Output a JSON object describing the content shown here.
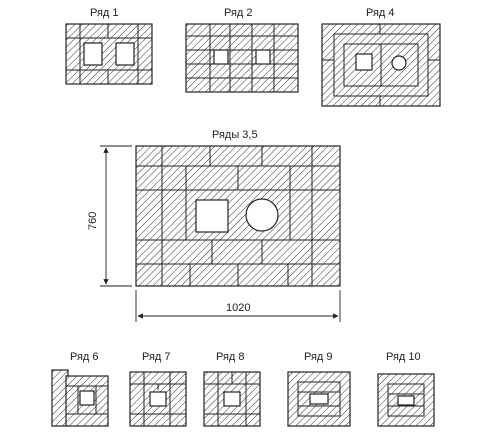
{
  "labels": {
    "row1": "Ряд 1",
    "row2": "Ряд 2",
    "row4": "Ряд 4",
    "row35": "Ряды 3,5",
    "row6": "Ряд 6",
    "row7": "Ряд 7",
    "row8": "Ряд 8",
    "row9": "Ряд 9",
    "row10": "Ряд 10"
  },
  "dimensions": {
    "height": "760",
    "width": "1020"
  }
}
